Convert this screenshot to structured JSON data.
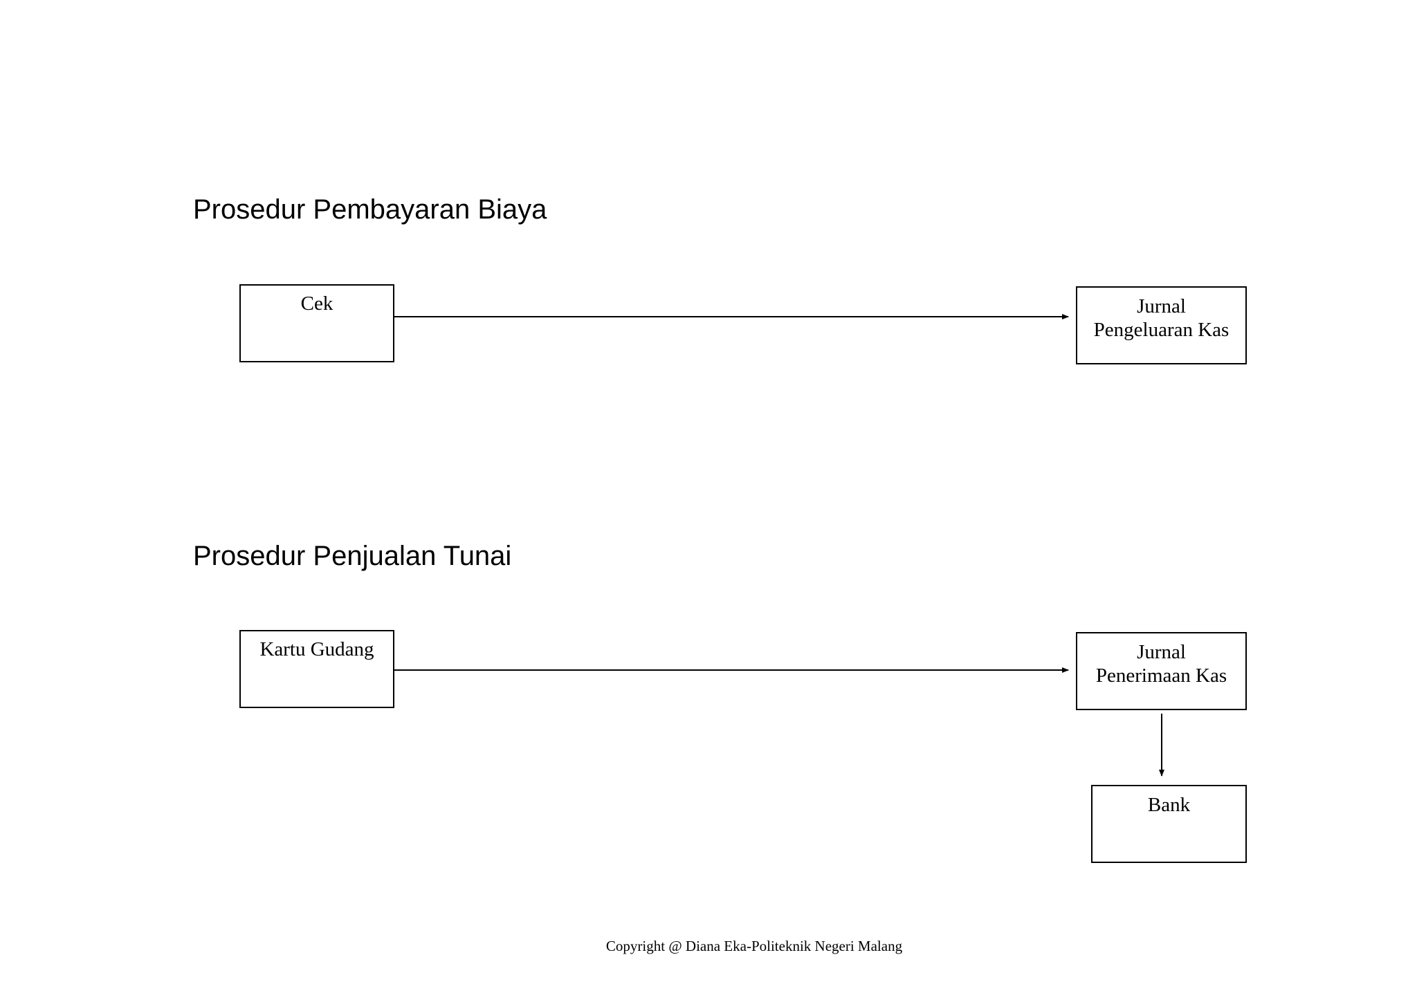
{
  "sections": [
    {
      "title": "Prosedur Pembayaran Biaya",
      "source_box": {
        "label": "Cek"
      },
      "target_box": {
        "line1": "Jurnal",
        "line2": "Pengeluaran Kas"
      }
    },
    {
      "title": "Prosedur Penjualan Tunai",
      "source_box": {
        "label": "Kartu Gudang"
      },
      "target_box": {
        "line1": "Jurnal",
        "line2": "Penerimaan Kas"
      },
      "downstream_box": {
        "label": "Bank"
      }
    }
  ],
  "footer": {
    "text": "Copyright @ Diana Eka-Politeknik Negeri Malang"
  },
  "colors": {
    "line": "#000000",
    "background": "#ffffff"
  }
}
